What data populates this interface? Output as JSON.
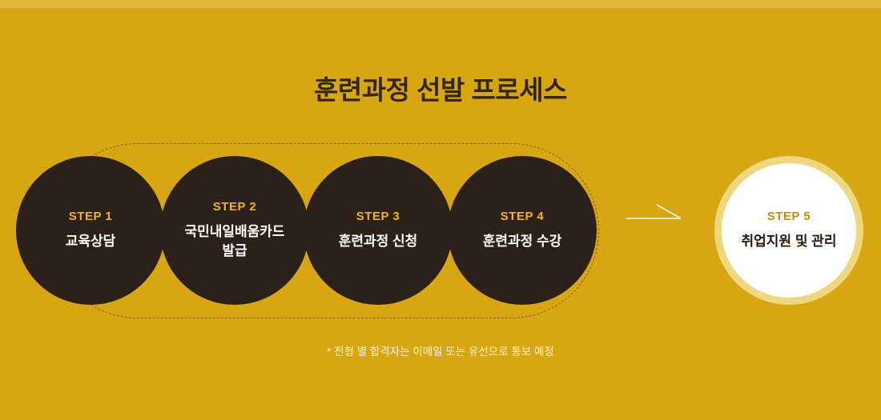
{
  "title": "훈련과정 선발 프로세스",
  "process": {
    "steps": [
      {
        "label": "STEP 1",
        "text": "교육상담"
      },
      {
        "label": "STEP 2",
        "text": "국민내일배움카드 발급"
      },
      {
        "label": "STEP 3",
        "text": "훈련과정 신청"
      },
      {
        "label": "STEP 4",
        "text": "훈련과정 수강"
      }
    ],
    "final_step": {
      "label": "STEP 5",
      "text": "취업지원 및 관리"
    }
  },
  "footnote": "* 전형 별 합격자는 이메일 또는 유선으로 통보 예정",
  "icons": {
    "arrow": "arrow-right-icon"
  },
  "colors": {
    "background": "#D9A613",
    "top_strip": "#E5B83C",
    "title_text": "#342711",
    "dark_circle": "#2B2118",
    "step_label_gold": "#EFB41F",
    "circle_text_white": "#FFFFFF",
    "final_ring": "#EFD77F",
    "final_label_gold": "#BE9107",
    "final_text_dark": "#261A0B",
    "footnote_text": "#FCF4DE",
    "arrow": "#FFFFFF",
    "dashed_outline": "#3A2C10"
  }
}
